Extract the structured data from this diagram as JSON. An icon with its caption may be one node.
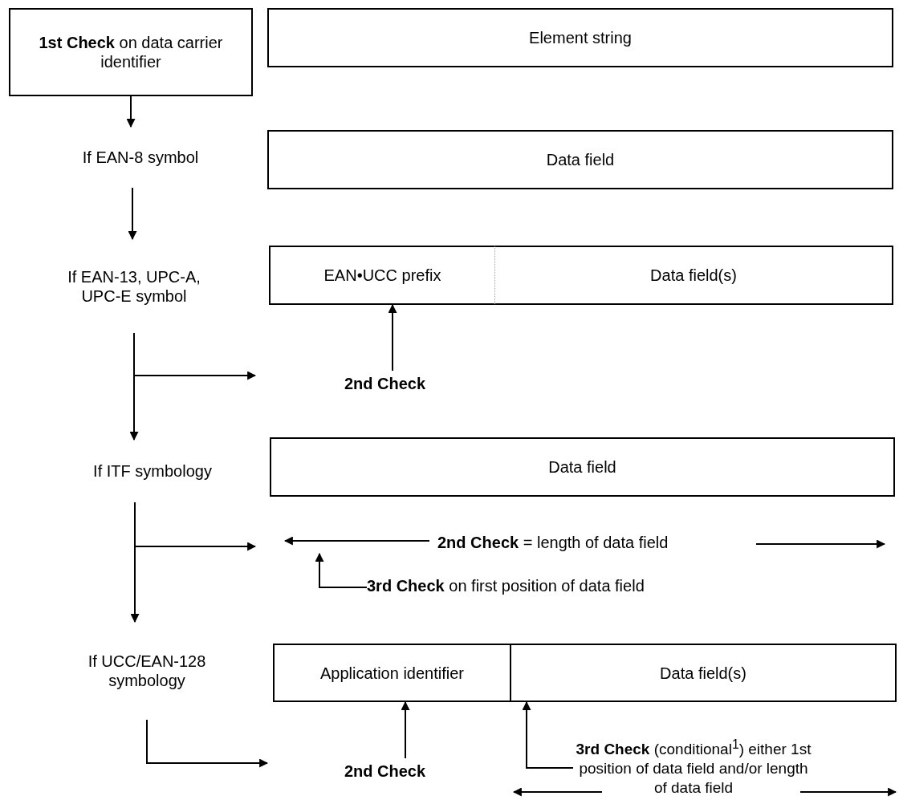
{
  "diagram": {
    "nodes": [
      {
        "text": [
          "**1st Check** on data carrier identifier"
        ]
      },
      {
        "text": [
          "Element string"
        ]
      },
      {
        "text": [
          "If EAN-8 symbol"
        ]
      },
      {
        "text": [
          "Data field"
        ]
      },
      {
        "text": [
          "If EAN-13, UPC-A, UPC-E symbol"
        ]
      },
      {
        "text": [
          "EAN•UCC prefix"
        ]
      },
      {
        "text": [
          "Data field(s)"
        ]
      },
      {
        "text": [
          "2nd Check"
        ]
      },
      {
        "text": [
          "If ITF symbology"
        ]
      },
      {
        "text": [
          "Data field"
        ]
      },
      {
        "text": [
          "**3rd Check** on first position of data field"
        ]
      },
      {
        "text": [
          "If UCC/EAN-128 symbology"
        ]
      },
      {
        "text": [
          "Application identifier"
        ]
      },
      {
        "text": [
          "Data field(s)"
        ]
      },
      {
        "text": [
          "2nd Check"
        ]
      },
      {
        "text": [
          "**3rd Check** (conditional$^{1}$) either 1st position of data field and/or length of data field"
        ]
      }
    ],
    "edges": [
      {
        "from": 0,
        "to": 2,
        "arrow": "to"
      },
      {
        "from": 2,
        "to": 4,
        "arrow": "to"
      },
      {
        "from": 4,
        "to": null,
        "arrow": "to"
      },
      {
        "from": 4,
        "to": 8,
        "arrow": "to"
      },
      {
        "from": 7,
        "to": 5,
        "arrow": "to"
      },
      {
        "from": 8,
        "to": null,
        "arrow": "to"
      },
      {
        "from": 8,
        "to": 11,
        "arrow": "to"
      },
      {
        "from": 10,
        "to": null,
        "arrow": "to"
      },
      {
        "from": 11,
        "to": null,
        "arrow": "to"
      },
      {
        "from": 14,
        "to": 12,
        "arrow": "to"
      },
      {
        "from": 15,
        "to": 13,
        "arrow": "to"
      }
    ],
    "labels": [
      "**2nd Check** = length of data field"
    ]
  }
}
